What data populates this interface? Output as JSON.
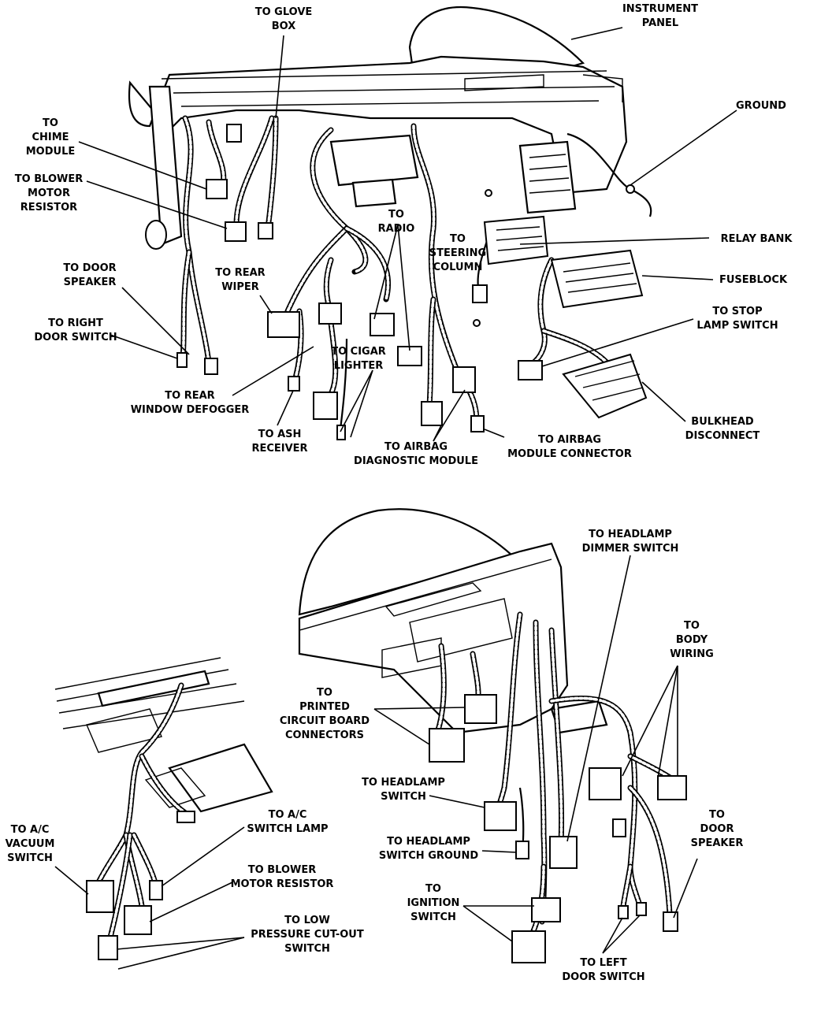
{
  "top_view": {
    "labels": {
      "glove_box": [
        "TO GLOVE",
        "BOX"
      ],
      "instrument_panel": [
        "INSTRUMENT",
        "PANEL"
      ],
      "ground": [
        "GROUND"
      ],
      "chime_module": [
        "TO",
        "CHIME",
        "MODULE"
      ],
      "blower_motor_resistor": [
        "TO BLOWER",
        "MOTOR",
        "RESISTOR"
      ],
      "radio": [
        "TO",
        "RADIO"
      ],
      "steering_column": [
        "TO",
        "STEERING",
        "COLUMN"
      ],
      "relay_bank": [
        "RELAY BANK"
      ],
      "fuseblock": [
        "FUSEBLOCK"
      ],
      "door_speaker": [
        "TO DOOR",
        "SPEAKER"
      ],
      "rear_wiper": [
        "TO REAR",
        "WIPER"
      ],
      "right_door_switch": [
        "TO RIGHT",
        "DOOR SWITCH"
      ],
      "cigar_lighter": [
        "TO CIGAR",
        "LIGHTER"
      ],
      "stop_lamp_switch": [
        "TO STOP",
        "LAMP SWITCH"
      ],
      "rear_window_defogger": [
        "TO REAR",
        "WINDOW DEFOGGER"
      ],
      "bulkhead_disconnect": [
        "BULKHEAD",
        "DISCONNECT"
      ],
      "ash_receiver": [
        "TO ASH",
        "RECEIVER"
      ],
      "airbag_diagnostic_module": [
        "TO AIRBAG",
        "DIAGNOSTIC MODULE"
      ],
      "airbag_module_connector": [
        "TO AIRBAG",
        "MODULE CONNECTOR"
      ]
    }
  },
  "bottom_right_view": {
    "labels": {
      "headlamp_dimmer_switch": [
        "TO HEADLAMP",
        "DIMMER SWITCH"
      ],
      "body_wiring": [
        "TO",
        "BODY",
        "WIRING"
      ],
      "printed_circuit_board_connectors": [
        "TO",
        "PRINTED",
        "CIRCUIT BOARD",
        "CONNECTORS"
      ],
      "headlamp_switch": [
        "TO HEADLAMP",
        "SWITCH"
      ],
      "door_speaker": [
        "TO",
        "DOOR",
        "SPEAKER"
      ],
      "headlamp_switch_ground": [
        "TO HEADLAMP",
        "SWITCH GROUND"
      ],
      "ignition_switch": [
        "TO",
        "IGNITION",
        "SWITCH"
      ],
      "left_door_switch": [
        "TO LEFT",
        "DOOR SWITCH"
      ]
    }
  },
  "bottom_left_view": {
    "labels": {
      "ac_switch_lamp": [
        "TO A/C",
        "SWITCH LAMP"
      ],
      "ac_vacuum_switch": [
        "TO A/C",
        "VACUUM",
        "SWITCH"
      ],
      "blower_motor_resistor": [
        "TO BLOWER",
        "MOTOR RESISTOR"
      ],
      "low_pressure_cutout_switch": [
        "TO LOW",
        "PRESSURE CUT-OUT",
        "SWITCH"
      ]
    }
  }
}
